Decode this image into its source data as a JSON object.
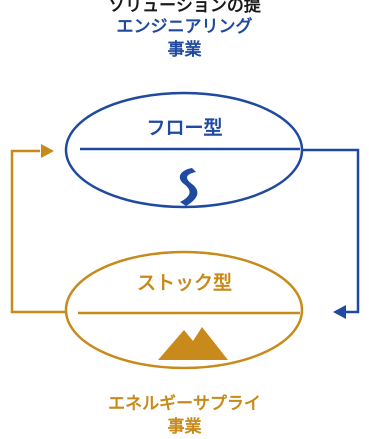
{
  "header_text": "ソリューションの提",
  "engineering": {
    "line1": "エンジニアリング",
    "line2": "事業"
  },
  "flow": {
    "label": "フロー型",
    "icon": "river-icon"
  },
  "stock": {
    "label": "ストック型",
    "icon": "mountain-icon"
  },
  "energy": {
    "line1": "エネルギーサプライ",
    "line2": "事業"
  },
  "colors": {
    "blue": "#1f4aa0",
    "orange": "#c88a1a"
  }
}
